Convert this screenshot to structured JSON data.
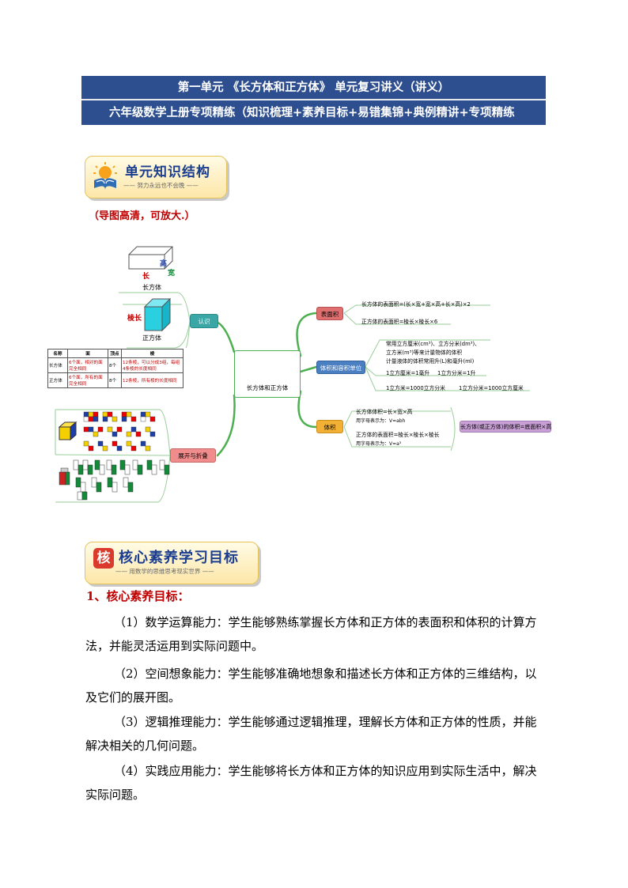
{
  "header": {
    "line1": "第一单元 《长方体和正方体》 单元复习讲义（讲义）",
    "line2": "六年级数学上册专项精练（知识梳理+素养目标+易错集锦+典例精讲+专项精练"
  },
  "banner1": {
    "title": "单元知识结构",
    "subtitle": "—— 努力永远也不会晚 ——"
  },
  "note": "（导图高清，可放大.）",
  "mindmap": {
    "center": "长方体和正方体",
    "left": {
      "renzhi": "认识",
      "zhankai": "展开与折叠",
      "cuboid_label": "长方体",
      "cube_label": "正方体",
      "dim_gao": "高",
      "dim_chang": "长",
      "dim_kuan": "宽",
      "dim_lengchang": "棱长",
      "table": {
        "headers": [
          "名称",
          "面",
          "顶点",
          "棱"
        ],
        "rows": [
          [
            "长方体",
            "6个面，相对的面完全相同",
            "8个",
            "12条棱，可以分成3组，每组4条棱的长度相同"
          ],
          [
            "正方体",
            "6个面，所有的面完全相同",
            "8个",
            "12条棱，所有棱的长度相同"
          ]
        ]
      }
    },
    "right": {
      "surface": "表面积",
      "surface_items": [
        "长方体的表面积=(长×宽+宽×高+长×高)×2",
        "正方体的表面积=棱长×棱长×6"
      ],
      "unit": "体积和容积单位",
      "unit_items": [
        "常用立方厘米(cm³)、立方分米(dm³)、",
        "立方米(m³)等来计量物体的体积",
        "计量液体的体积常用升(L)和毫升(ml)",
        "1立方厘米=1毫升",
        "1立方分米=1升",
        "1立方米=1000立方分米",
        "1立方分米=1000立方厘米"
      ],
      "volume": "体积",
      "volume_items": [
        "长方体体积=长×宽×高",
        "用字母表示为：V=abh",
        "正方体的表面积=棱长×棱长×棱长",
        "用字母表示为：V=a³"
      ],
      "volume_summary": "长方体(或正方体)的体积=底面积×高"
    }
  },
  "banner2": {
    "title": "核心素养学习目标",
    "badge": "核",
    "subtitle": "—— 用数学的思维思考现实世界 ——"
  },
  "goals": {
    "heading": "1、核心素养目标：",
    "items": [
      "（1）数学运算能力：学生能够熟练掌握长方体和正方体的表面积和体积的计算方法，并能灵活运用到实际问题中。",
      "（2）空间想象能力：学生能够准确地想象和描述长方体和正方体的三维结构，以及它们的展开图。",
      "（3）逻辑推理能力：学生能够通过逻辑推理，理解长方体和正方体的性质，并能解决相关的几何问题。",
      "（4）实践应用能力：学生能够将长方体和正方体的知识应用到实际生活中，解决实际问题。"
    ]
  },
  "colors": {
    "header_bg": "#2e4f8f",
    "accent_red": "#c00000",
    "banner_title": "#1a3d8f",
    "branch_green": "#4caf50",
    "node_teal": "#3aa6a6",
    "node_red": "#e07070",
    "node_blue": "#4a7fc1",
    "node_orange": "#f2b134",
    "node_purple": "#c9a0d6"
  }
}
